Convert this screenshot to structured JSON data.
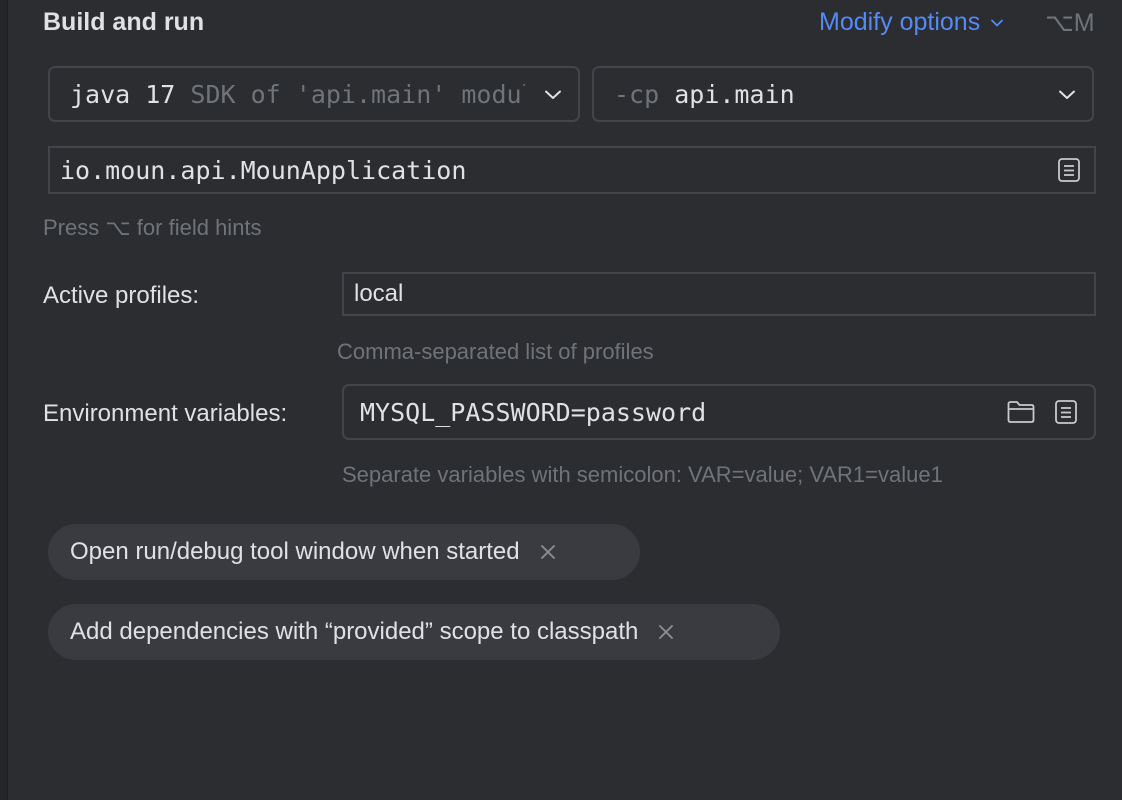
{
  "section": {
    "title": "Build and run",
    "modify_options": "Modify options",
    "modify_shortcut": "⌥M"
  },
  "jre": {
    "java": "java 17",
    "sdk_note": "SDK of 'api.main' module"
  },
  "classpath": {
    "flag": "-cp",
    "module": "api.main"
  },
  "main_class": {
    "value": "io.moun.api.MounApplication"
  },
  "field_hint": "Press ⌥ for field hints",
  "profiles": {
    "label": "Active profiles:",
    "value": "local",
    "hint": "Comma-separated list of profiles"
  },
  "env": {
    "label": "Environment variables:",
    "value": "MYSQL_PASSWORD=password",
    "hint": "Separate variables with semicolon: VAR=value; VAR1=value1"
  },
  "options": [
    {
      "label": "Open run/debug tool window when started"
    },
    {
      "label": "Add dependencies with “provided” scope to classpath"
    }
  ],
  "colors": {
    "background": "#2b2d30",
    "accent": "#548af7",
    "border": "#43454a",
    "chip": "#393b40",
    "muted": "#6f737a"
  }
}
